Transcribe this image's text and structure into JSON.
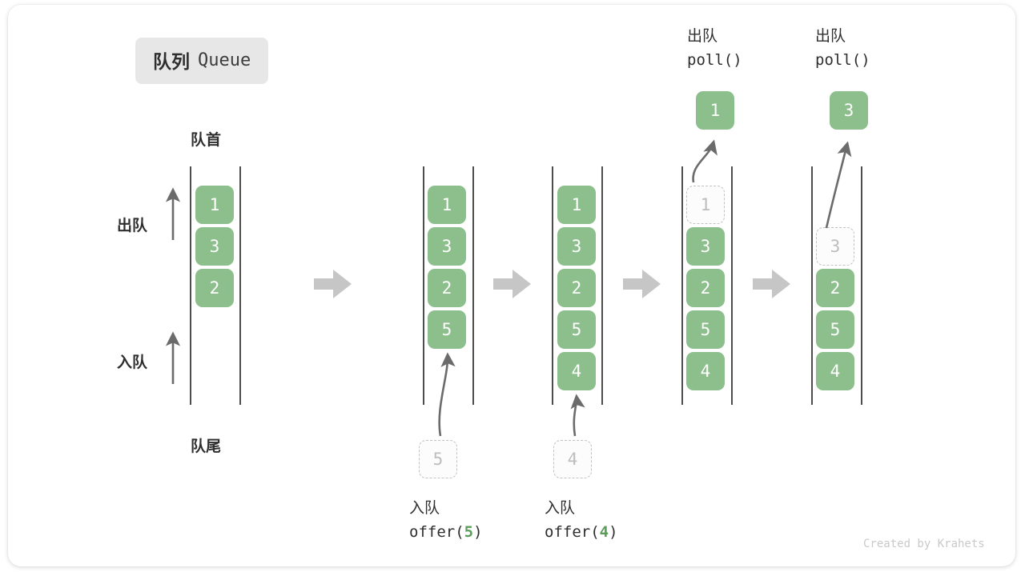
{
  "title": {
    "cn": "队列",
    "en": "Queue"
  },
  "labels": {
    "head": "队首",
    "tail": "队尾",
    "dequeue": "出队",
    "enqueue": "入队"
  },
  "credit": "Created by Krahets",
  "colors": {
    "cell_green": "#8cbf8c",
    "ghost_border": "#c2c2c2",
    "ghost_text": "#bdbdbd",
    "rail": "#4d4d4d",
    "arrow_gray": "#6b6b6b",
    "step_arrow": "#c6c6c6",
    "badge_bg": "#e7e7e7",
    "text": "#2e2e2e",
    "accent_num": "#5a9e5a"
  },
  "chart_data": {
    "type": "diagram",
    "title": "队列 Queue",
    "states": [
      {
        "id": "state0",
        "cells": [
          "1",
          "3",
          "2"
        ],
        "ghost_index": -1
      },
      {
        "id": "state1",
        "cells": [
          "1",
          "3",
          "2",
          "5"
        ],
        "ghost_index": -1
      },
      {
        "id": "state2",
        "cells": [
          "1",
          "3",
          "2",
          "5",
          "4"
        ],
        "ghost_index": -1
      },
      {
        "id": "state3",
        "cells": [
          "1",
          "3",
          "2",
          "5",
          "4"
        ],
        "ghost_index": 0
      },
      {
        "id": "state4",
        "cells": [
          "3",
          "2",
          "5",
          "4"
        ],
        "ghost_index": 0
      }
    ]
  },
  "columns": [
    {
      "name": "initial-queue",
      "cells": [
        {
          "value": "1",
          "ghost": false
        },
        {
          "value": "3",
          "ghost": false
        },
        {
          "value": "2",
          "ghost": false
        }
      ]
    },
    {
      "name": "after-offer-5",
      "cells": [
        {
          "value": "1",
          "ghost": false
        },
        {
          "value": "3",
          "ghost": false
        },
        {
          "value": "2",
          "ghost": false
        },
        {
          "value": "5",
          "ghost": false
        }
      ]
    },
    {
      "name": "after-offer-4",
      "cells": [
        {
          "value": "1",
          "ghost": false
        },
        {
          "value": "3",
          "ghost": false
        },
        {
          "value": "2",
          "ghost": false
        },
        {
          "value": "5",
          "ghost": false
        },
        {
          "value": "4",
          "ghost": false
        }
      ]
    },
    {
      "name": "after-poll-1",
      "cells": [
        {
          "value": "1",
          "ghost": true
        },
        {
          "value": "3",
          "ghost": false
        },
        {
          "value": "2",
          "ghost": false
        },
        {
          "value": "5",
          "ghost": false
        },
        {
          "value": "4",
          "ghost": false
        }
      ]
    },
    {
      "name": "after-poll-3",
      "cells": [
        {
          "value": "",
          "ghost": false,
          "empty": true
        },
        {
          "value": "3",
          "ghost": true
        },
        {
          "value": "2",
          "ghost": false
        },
        {
          "value": "5",
          "ghost": false
        },
        {
          "value": "4",
          "ghost": false
        }
      ]
    }
  ],
  "operations": {
    "offer5": {
      "line1": "入队",
      "line2_pre": "offer(",
      "num": "5",
      "line2_post": ")",
      "pending_value": "5"
    },
    "offer4": {
      "line1": "入队",
      "line2_pre": "offer(",
      "num": "4",
      "line2_post": ")",
      "pending_value": "4"
    },
    "poll1": {
      "line1": "出队",
      "line2": "poll()",
      "result": "1"
    },
    "poll3": {
      "line1": "出队",
      "line2": "poll()",
      "result": "3"
    }
  }
}
